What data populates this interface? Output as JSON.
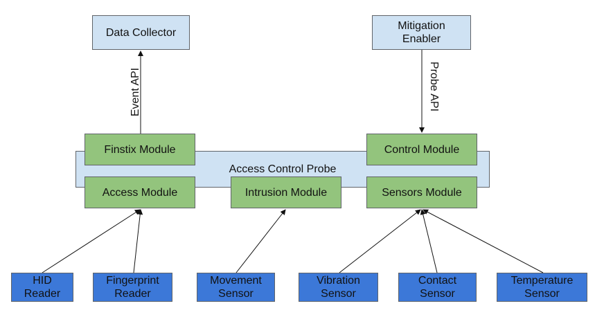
{
  "top": {
    "data_collector": "Data Collector",
    "mitigation_enabler": [
      "Mitigation",
      "Enabler"
    ]
  },
  "apis": {
    "event_api": "Event API",
    "probe_api": "Probe API"
  },
  "probe": {
    "label": "Access Control Probe",
    "modules": {
      "finstix": "Finstix Module",
      "control": "Control Module",
      "access": "Access Module",
      "intrusion": "Intrusion Module",
      "sensors": "Sensors Module"
    }
  },
  "devices": [
    {
      "line1": "HID",
      "line2": "Reader"
    },
    {
      "line1": "Fingerprint",
      "line2": "Reader"
    },
    {
      "line1": "Movement",
      "line2": "Sensor"
    },
    {
      "line1": "Vibration",
      "line2": "Sensor"
    },
    {
      "line1": "Contact",
      "line2": "Sensor"
    },
    {
      "line1": "Temperature",
      "line2": "Sensor"
    }
  ],
  "colors": {
    "top_box": "#cfe2f3",
    "module": "#93c47d",
    "device": "#3c78d8",
    "probe_bar": "#cfe2f3"
  }
}
